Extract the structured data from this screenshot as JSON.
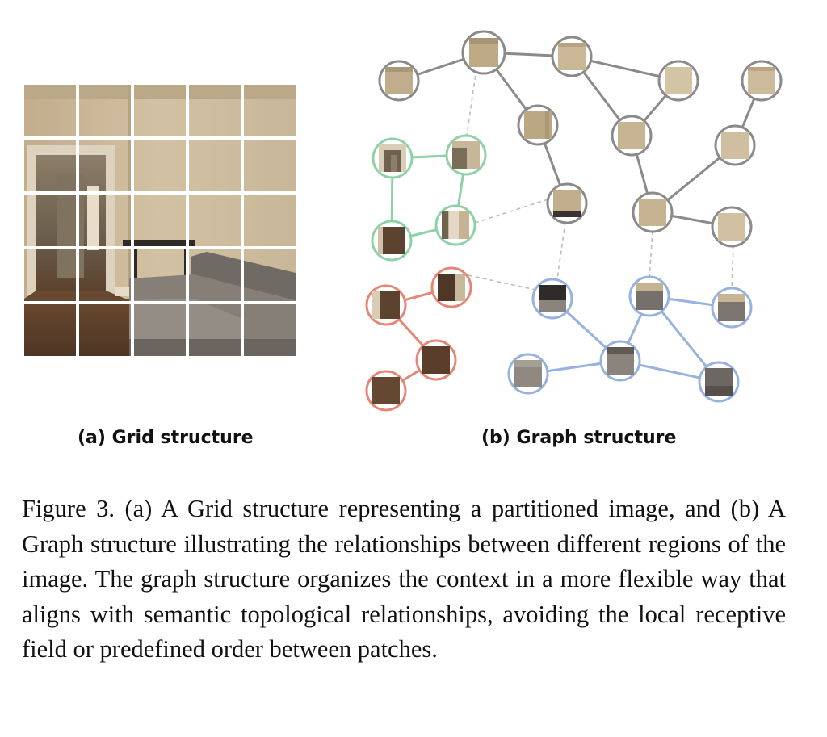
{
  "subcaptions": {
    "a": "(a) Grid structure",
    "b": "(b) Graph structure"
  },
  "caption": "Figure 3.  (a) A Grid structure representing a partitioned image, and (b) A Graph structure illustrating the relationships between different regions of the image.  The graph structure organizes the context in a more flexible way that aligns with semantic topological relationships, avoiding the local receptive field or predefined order between patches.",
  "colors": {
    "gray_group": "#8a8a8a",
    "green_group": "#8fd1a6",
    "red_group": "#e58576",
    "blue_group": "#97b2de",
    "dashed_link": "#bdbdbd",
    "wall": "#c9b697",
    "floor": "#5b3f2a",
    "sofa": "#807a72"
  },
  "grid": {
    "rows": 5,
    "cols": 5
  }
}
